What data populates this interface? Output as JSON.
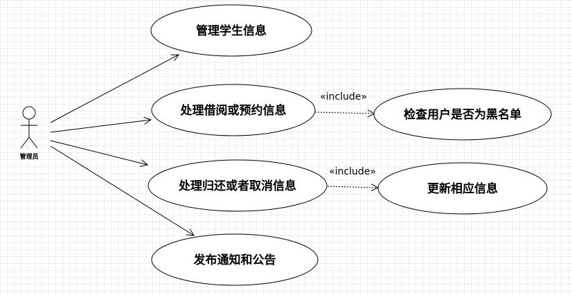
{
  "diagram": {
    "actor": {
      "label": "管理员"
    },
    "use_cases": [
      {
        "id": "uc1",
        "label": "管理学生信息"
      },
      {
        "id": "uc2",
        "label": "处理借阅或预约信息"
      },
      {
        "id": "uc3",
        "label": "处理归还或者取消信息"
      },
      {
        "id": "uc4",
        "label": "发布通知和公告"
      },
      {
        "id": "uc5",
        "label": "检查用户是否为黑名单"
      },
      {
        "id": "uc6",
        "label": "更新相应信息"
      }
    ],
    "relations": [
      {
        "type": "association",
        "from": "actor",
        "to": "uc1"
      },
      {
        "type": "association",
        "from": "actor",
        "to": "uc2"
      },
      {
        "type": "association",
        "from": "actor",
        "to": "uc3"
      },
      {
        "type": "association",
        "from": "actor",
        "to": "uc4"
      },
      {
        "type": "include",
        "from": "uc2",
        "to": "uc5",
        "label": "«include»"
      },
      {
        "type": "include",
        "from": "uc3",
        "to": "uc6",
        "label": "«include»"
      }
    ]
  }
}
